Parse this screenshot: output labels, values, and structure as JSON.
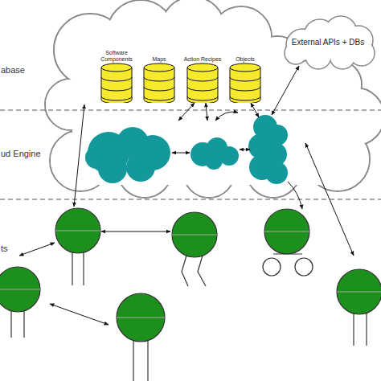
{
  "diagram": {
    "nodes": [
      {
        "text": [
          "Software Components"
        ]
      },
      {
        "text": [
          "Maps"
        ]
      },
      {
        "text": [
          "Action Recipes"
        ]
      },
      {
        "text": [
          "Objects"
        ]
      },
      {
        "text": [
          "External APIs + DBs"
        ]
      }
    ],
    "labels": [
      "abase",
      "ud Engine",
      "ts"
    ]
  }
}
